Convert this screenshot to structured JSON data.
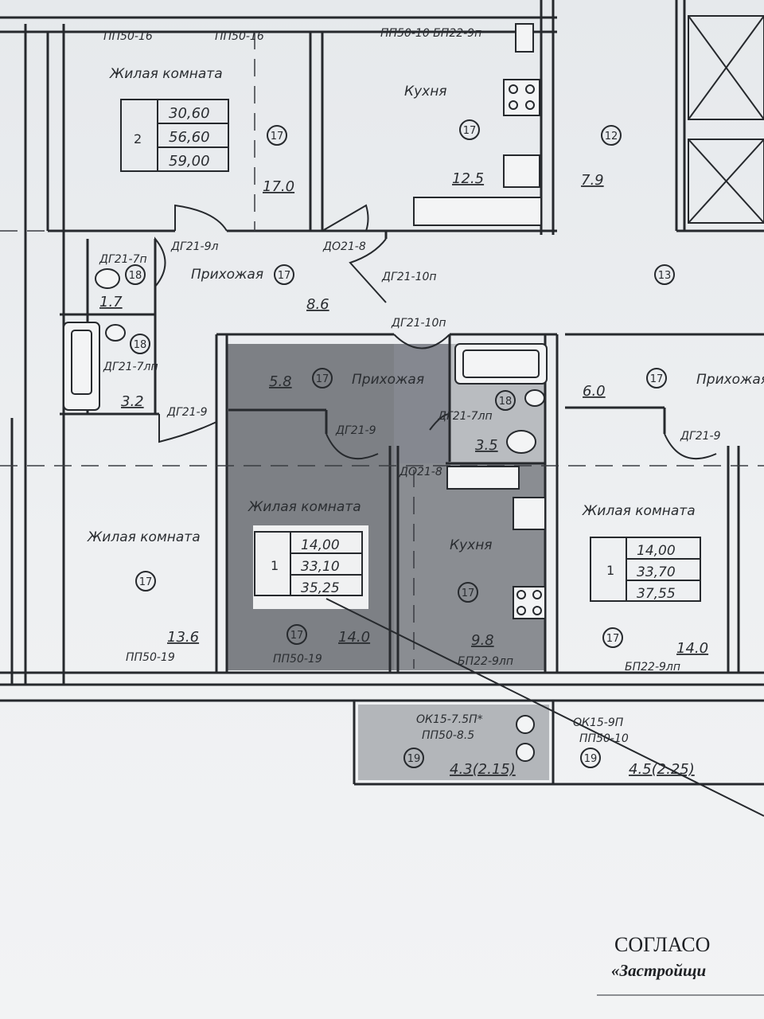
{
  "rooms": {
    "living_tl": {
      "name": "Жилая комната",
      "type": "17",
      "area": "17.0"
    },
    "kitchen_tc": {
      "name": "Кухня",
      "type": "17",
      "area": "12.5"
    },
    "room_tr": {
      "type": "12",
      "area": "7.9"
    },
    "hall_top": {
      "name": "Прихожая",
      "type": "17",
      "area": "8.6"
    },
    "corridor_r": {
      "type": "13"
    },
    "wc_top": {
      "type": "18",
      "area": "1.7"
    },
    "bath_top": {
      "type": "18",
      "area": "3.2"
    },
    "living_left": {
      "name": "Жилая комната",
      "type": "17",
      "area": "13.6"
    },
    "hall_mid": {
      "name": "Прихожая",
      "type": "17",
      "area": "5.8"
    },
    "bath_mid": {
      "type": "18",
      "area": "3.5"
    },
    "living_mid": {
      "name": "Жилая комната",
      "type": "17",
      "area": "14.0"
    },
    "kitchen_mid": {
      "name": "Кухня",
      "type": "17",
      "area": "9.8"
    },
    "balcony_mid": {
      "type": "19",
      "area": "4.3(2.15)"
    },
    "hall_right": {
      "name": "Прихожая",
      "type": "17",
      "area": "6.0"
    },
    "living_right": {
      "name": "Жилая комната",
      "type": "17",
      "area": "14.0"
    },
    "balcony_right": {
      "type": "19",
      "area": "4.5(2.25)"
    }
  },
  "tables": {
    "apt_tl": {
      "rooms": "2",
      "values": [
        "30,60",
        "56,60",
        "59,00"
      ]
    },
    "apt_mid": {
      "rooms": "1",
      "values": [
        "14,00",
        "33,10",
        "35,25"
      ]
    },
    "apt_right": {
      "rooms": "1",
      "values": [
        "14,00",
        "33,70",
        "37,55"
      ]
    }
  },
  "marks": {
    "pp50_16_a": "ПП50-16",
    "pp50_16_b": "ПП50-16",
    "pp50_10_bp22": "ПП50-10 БП22-9п",
    "dg21_9l": "ДГ21-9л",
    "do21_8_top": "ДО21-8",
    "dg21_7p": "ДГ21-7п",
    "dg21_10p_a": "ДГ21-10п",
    "dg21_10p_b": "ДГ21-10п",
    "dg21_7lp_left": "ДГ21-7лп",
    "dg21_9_left": "ДГ21-9",
    "dg21_9_mid": "ДГ21-9",
    "dg21_7lp_mid": "ДГ21-7лп",
    "do21_8_mid": "ДО21-8",
    "dg21_9_right": "ДГ21-9",
    "pp50_19_left": "ПП50-19",
    "pp50_19_mid": "ПП50-19",
    "bp22_9lp_mid": "БП22-9лп",
    "ok15_75": "ОК15-7.5П*",
    "pp50_85": "ПП50-8.5",
    "ok15_9p": "ОК15-9П",
    "pp50_10": "ПП50-10",
    "bp22_9lp_right": "БП22-9лп"
  },
  "stamp": {
    "line1": "СОГЛАСО",
    "line2": "«Застройщи"
  }
}
